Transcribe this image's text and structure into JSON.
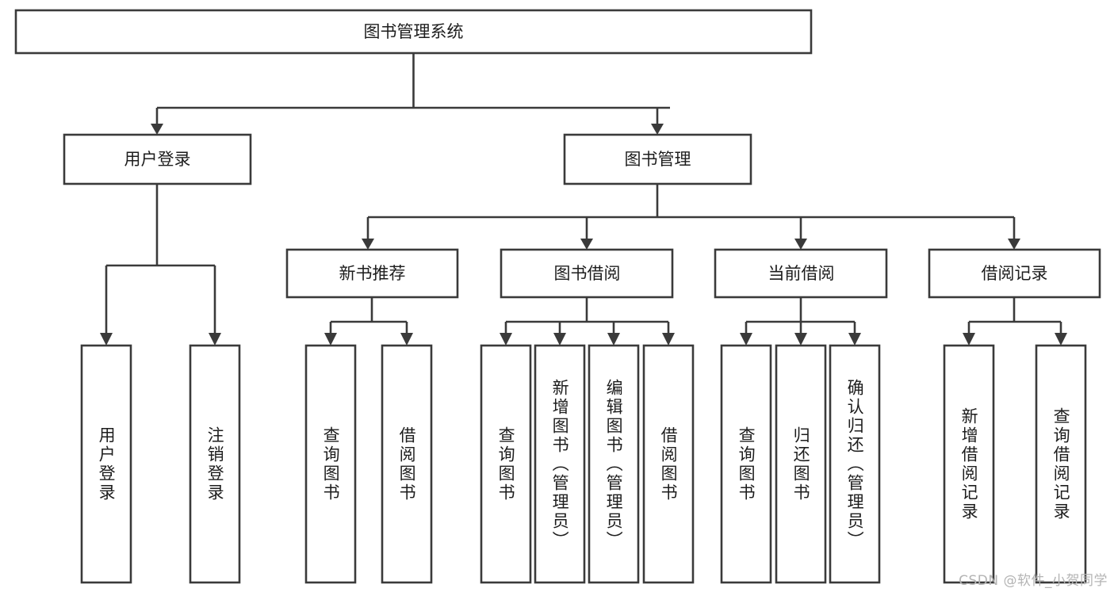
{
  "diagram": {
    "type": "tree",
    "title": "图书管理系统",
    "orientation": "top-down",
    "colors": {
      "stroke": "#3a3a3a",
      "fill": "#ffffff",
      "text": "#1d1d1d",
      "watermark": "#b4b4b4",
      "background": "#ffffff"
    },
    "root": {
      "label": "图书管理系统"
    },
    "level2": [
      {
        "label": "用户登录"
      },
      {
        "label": "图书管理"
      }
    ],
    "level3": [
      {
        "label": "新书推荐"
      },
      {
        "label": "图书借阅"
      },
      {
        "label": "当前借阅"
      },
      {
        "label": "借阅记录"
      }
    ],
    "leaves": {
      "user_login": [
        {
          "label": "用户登录"
        },
        {
          "label": "注销登录"
        }
      ],
      "new_book_recommend": [
        {
          "label": "查询图书"
        },
        {
          "label": "借阅图书"
        }
      ],
      "book_borrow": [
        {
          "label": "查询图书"
        },
        {
          "label": "新增图书（管理员）"
        },
        {
          "label": "编辑图书（管理员）"
        },
        {
          "label": "借阅图书"
        }
      ],
      "current_borrow": [
        {
          "label": "查询图书"
        },
        {
          "label": "归还图书"
        },
        {
          "label": "确认归还（管理员）"
        }
      ],
      "borrow_record": [
        {
          "label": "新增借阅记录"
        },
        {
          "label": "查询借阅记录"
        }
      ]
    }
  },
  "watermark": {
    "text": "CSDN @软件_小贺同学"
  }
}
